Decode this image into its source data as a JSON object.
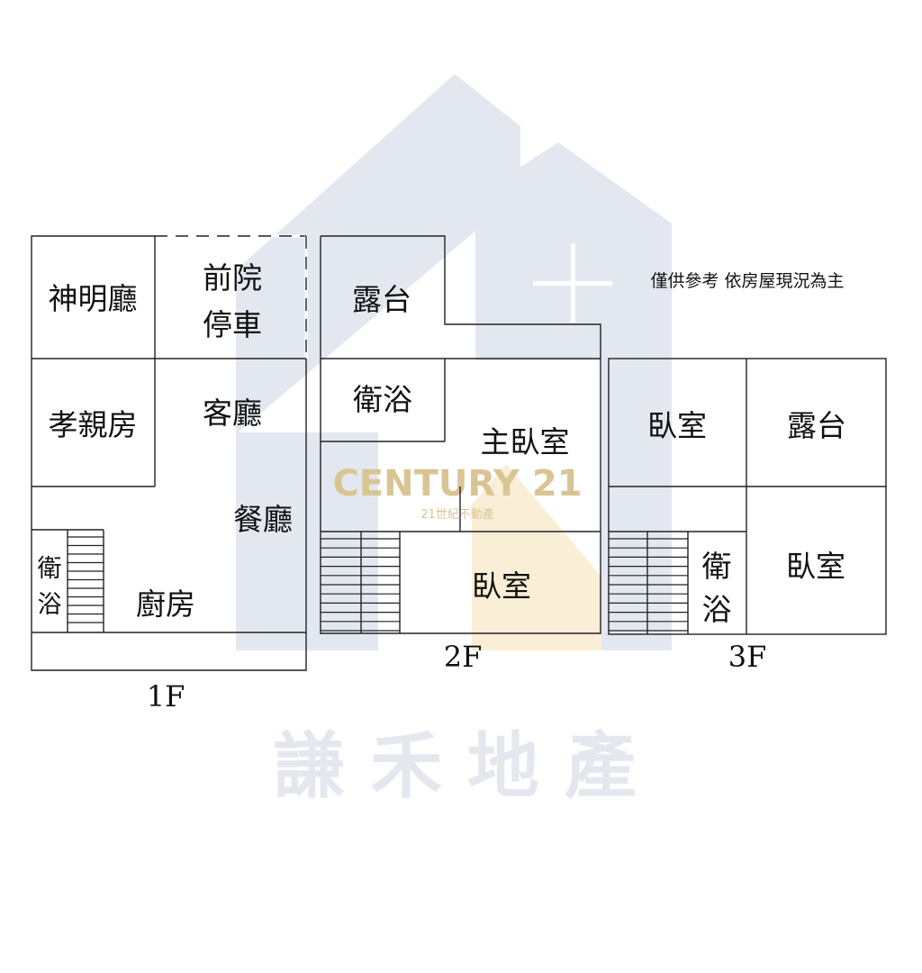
{
  "note": "僅供參考 依房屋現況為主",
  "floors": [
    {
      "label": "1F",
      "rooms": {
        "shrine": "神明廳",
        "front_yard_1": "前院",
        "front_yard_2": "停車",
        "parent_room": "孝親房",
        "living": "客廳",
        "dining": "餐廳",
        "bath_1": "衛",
        "bath_2": "浴",
        "kitchen": "廚房"
      }
    },
    {
      "label": "2F",
      "rooms": {
        "terrace": "露台",
        "bath": "衛浴",
        "master": "主臥室",
        "bedroom": "臥室"
      }
    },
    {
      "label": "3F",
      "rooms": {
        "bedroom_1": "臥室",
        "terrace": "露台",
        "bath_1": "衛",
        "bath_2": "浴",
        "bedroom_2": "臥室"
      }
    }
  ],
  "watermark": {
    "brand": "CENTURY 21",
    "brand_sub": "21世紀不動產",
    "company": "謙 禾 地 產",
    "colors": {
      "house": "#e3e8f0",
      "brand": "#d9c594",
      "company": "#e4e8ee",
      "accent": "#fbeed6"
    }
  }
}
